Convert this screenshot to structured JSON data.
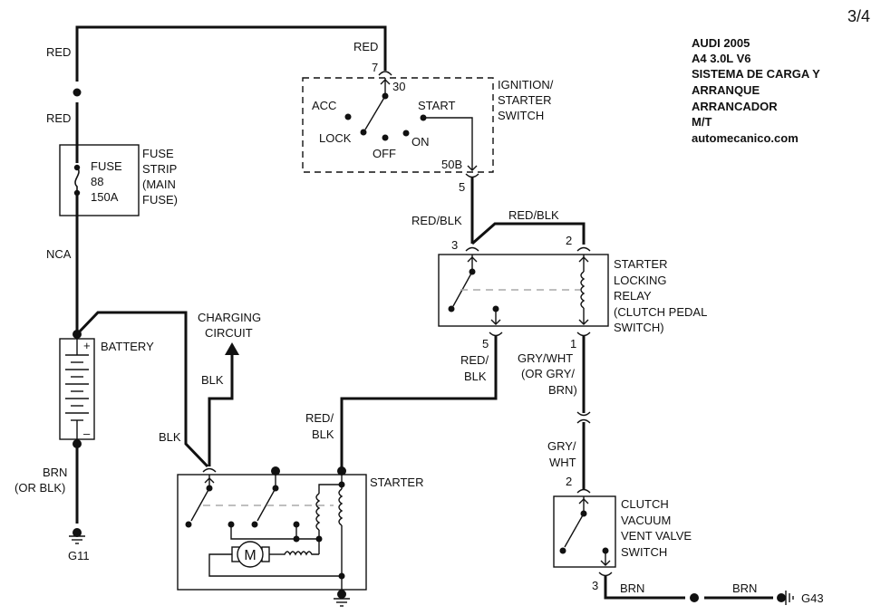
{
  "page_number": "3/4",
  "title_block": {
    "make_year": "AUDI 2005",
    "model": "A4 3.0L V6",
    "system_line1": "SISTEMA DE CARGA Y",
    "system_line2": "ARRANQUE",
    "subsystem": "ARRANCADOR",
    "transmission": "M/T",
    "source": "automecanico.com"
  },
  "wires": {
    "red_upper": "RED",
    "red_lower": "RED",
    "red_top_right": "RED",
    "nca": "NCA",
    "brn_ground": "BRN",
    "brn_ground_alt": "(OR BLK)",
    "blk_left": "BLK",
    "blk_charging": "BLK",
    "red_blk_sw": "RED/BLK",
    "red_blk_relay": "RED/BLK",
    "red_blk_relay5_l1": "RED/",
    "red_blk_relay5_l2": "BLK",
    "red_blk_starter_l1": "RED/",
    "red_blk_starter_l2": "BLK",
    "gry_wht_l1": "GRY/WHT",
    "gry_wht_l2": "(OR GRY/",
    "gry_wht_l3": "BRN)",
    "gry_wht2_l1": "GRY/",
    "gry_wht2_l2": "WHT",
    "brn_g43_a": "BRN",
    "brn_g43_b": "BRN"
  },
  "components": {
    "fuse": {
      "line1": "FUSE",
      "line2": "88",
      "line3": "150A"
    },
    "fuse_strip": {
      "line1": "FUSE",
      "line2": "STRIP",
      "line3": "(MAIN",
      "line4": "FUSE)"
    },
    "battery": {
      "label": "BATTERY",
      "plus": "+",
      "minus": "–"
    },
    "ground_g11": "G11",
    "ground_g43": "G43",
    "charging_circuit": {
      "line1": "CHARGING",
      "line2": "CIRCUIT"
    },
    "ignition_switch": {
      "line1": "IGNITION/",
      "line2": "STARTER",
      "line3": "SWITCH",
      "pin_in": "7",
      "terminal_in": "30",
      "terminal_out": "50B",
      "pin_out": "5",
      "positions": {
        "acc": "ACC",
        "lock": "LOCK",
        "off": "OFF",
        "on": "ON",
        "start": "START"
      }
    },
    "relay": {
      "line1": "STARTER",
      "line2": "LOCKING",
      "line3": "RELAY",
      "line4": "(CLUTCH PEDAL",
      "line5": "SWITCH)",
      "pin3": "3",
      "pin2": "2",
      "pin5": "5",
      "pin1": "1"
    },
    "starter": {
      "label": "STARTER",
      "motor": "M"
    },
    "clutch_switch": {
      "line1": "CLUTCH",
      "line2": "VACUUM",
      "line3": "VENT VALVE",
      "line4": "SWITCH",
      "pin2": "2",
      "pin3": "3"
    }
  }
}
